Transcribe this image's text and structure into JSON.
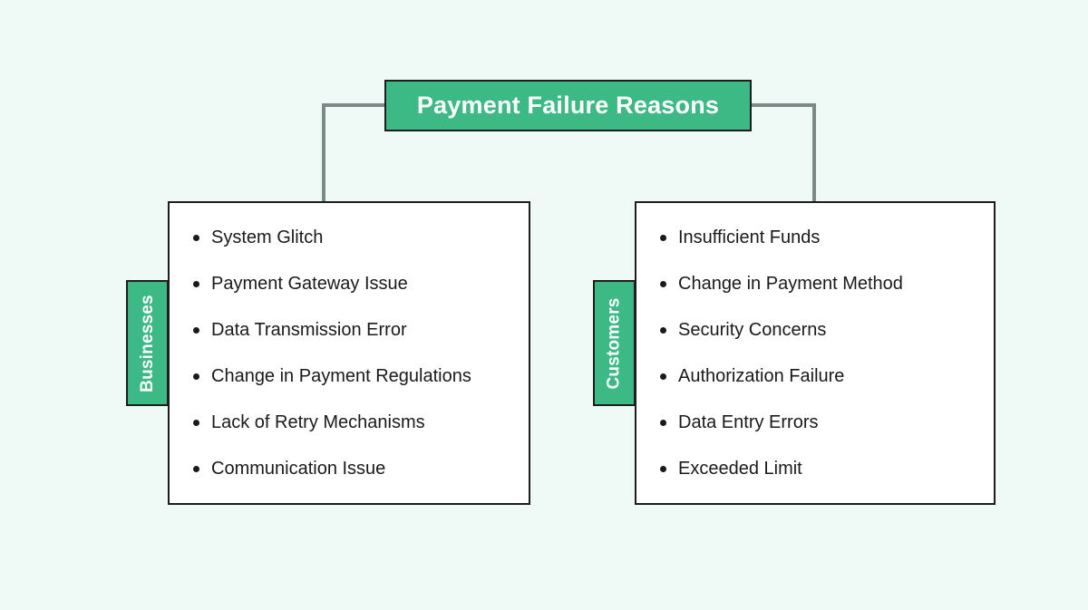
{
  "theme": {
    "background": "#effaf6",
    "accent_green": "#3cb984",
    "node_border": "#1d1d1d",
    "connector": "#7a8a87",
    "panel_background": "#ffffff",
    "text_dark": "#1a1a1a",
    "text_light": "#ffffff"
  },
  "diagram": {
    "type": "tree",
    "root": {
      "title": "Payment Failure Reasons"
    },
    "branches": [
      {
        "tab_label": "Businesses",
        "items": [
          "System Glitch",
          "Payment Gateway Issue",
          "Data Transmission Error",
          "Change in Payment Regulations",
          "Lack of Retry Mechanisms",
          "Communication Issue"
        ]
      },
      {
        "tab_label": "Customers",
        "items": [
          "Insufficient Funds",
          "Change in Payment Method",
          "Security Concerns",
          "Authorization Failure",
          "Data Entry Errors",
          "Exceeded Limit"
        ]
      }
    ]
  }
}
